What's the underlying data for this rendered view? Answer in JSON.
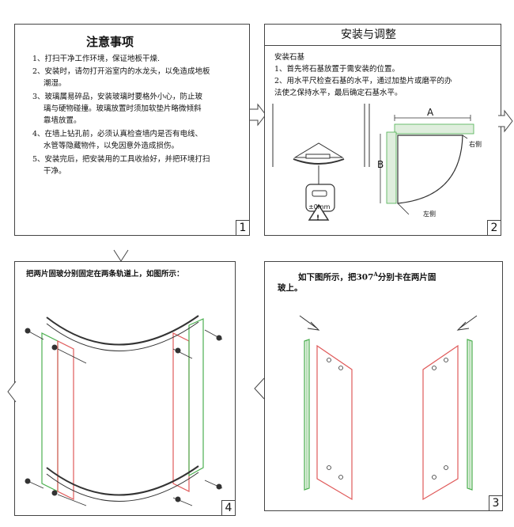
{
  "panel1": {
    "title": "注意事项",
    "items": [
      "1、打扫干净工作环境，保证地板干燥.",
      "2、安装时，请勿打开浴室内的水龙头，以免造成地板",
      "潮湿。",
      "3、玻璃属易碎品，安装玻璃时要格外小心，防止玻",
      "璃与硬物碰撞。玻璃放置时须加软垫片略微倾斜",
      "靠墙放置。",
      "4、在墙上钻孔前，必须认真检查墙内是否有电线、",
      "水管等隐藏物件，以免因意外造成损伤。",
      "5、安装完后，把安装用的工具收拾好，并把环境打扫",
      "干净。"
    ],
    "number": "1"
  },
  "panel2": {
    "title": "安装与调整",
    "subtitle": "安装石基",
    "items": [
      "1、首先将石基放置于需安装的位置。",
      "2、用水平尺检查石基的水平，通过加垫片或磨平的办",
      "法使之保持水平，最后确定石基水平。"
    ],
    "level_label": "±0mm",
    "warning_glyph": "!",
    "dim_a": "A",
    "dim_b": "B",
    "right_label": "右侧",
    "left_label": "左侧",
    "number": "2"
  },
  "panel3": {
    "text_line1": "如下图所示，把307",
    "text_sup": "A",
    "text_line1b": "分别卡在两片固",
    "text_line2": "玻上。",
    "number": "3"
  },
  "panel4": {
    "text": "把两片固玻分别固定在两条轨道上，如图所示：",
    "number": "4"
  },
  "colors": {
    "green": "#4caf50",
    "red": "#e05a5a",
    "line": "#333333"
  }
}
